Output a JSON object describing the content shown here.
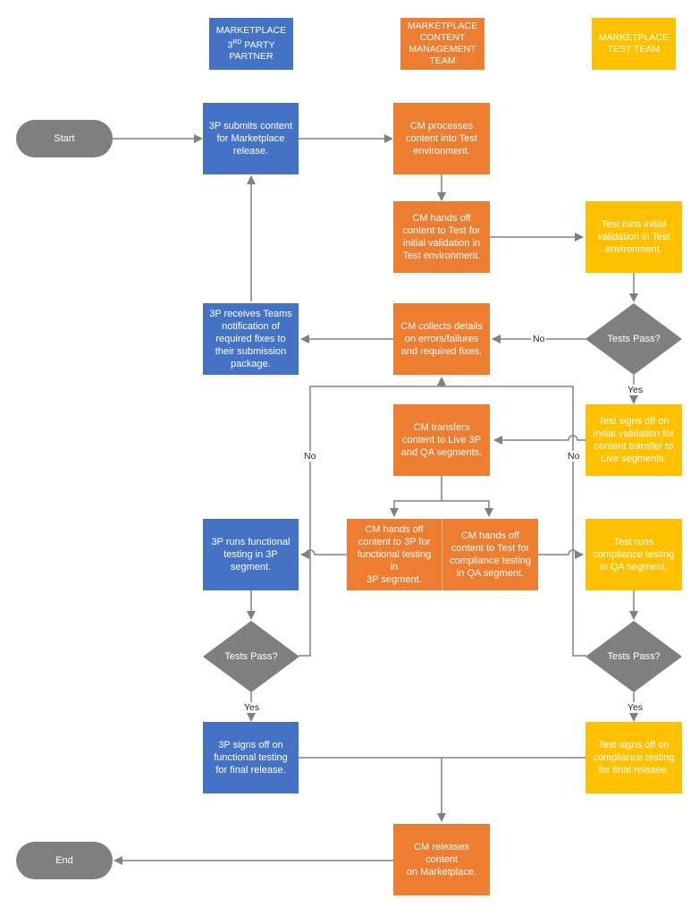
{
  "lanes": {
    "partner": {
      "line1": "MARKETPLACE",
      "line2_num": "3",
      "line2_sup": "RD",
      "line2_rest": " PARTY",
      "line3": "PARTNER"
    },
    "cm": "MARKETPLACE\nCONTENT\nMANAGEMENT\nTEAM",
    "test": "MARKETPLACE\nTEST TEAM"
  },
  "terminals": {
    "start": "Start",
    "end": "End"
  },
  "steps": {
    "submit": "3P submits content\nfor Marketplace\nrelease.",
    "process": "CM processes\ncontent into Test\nenvironment.",
    "handoff_test": "CM hands off\ncontent to Test for\ninitial validation in\nTest environment.",
    "test_initial": "Test runs initial\nvalidation in Test\nenvironment.",
    "collect": "CM collects details\non errors/failures\nand required fixes.",
    "receive": "3P receives Teams\nnotification of\nrequired fixes to\ntheir submission\npackage.",
    "transfer": "CM transfers\ncontent to Live 3P\nand QA segments.",
    "test_signoff_initial": "Test signs off on\ninitial validation for\ncontent transfer to\nLive segments.",
    "handoff_3p": "CM hands off\ncontent to 3P for\nfunctional testing in\n3P segment.",
    "handoff_compliance": "CM hands off\ncontent to Test for\ncompliance testing\nin QA segment.",
    "p3_functional": "3P runs functional\ntesting in 3P\nsegment.",
    "test_compliance": "Test runs\ncompliance testing\nin QA segment.",
    "p3_signoff": "3P signs off on\nfunctional testing\nfor final release.",
    "test_signoff_final": "Test signs off on\ncompliance testing\nfor final release.",
    "release": "CM releases content\non Marketplace."
  },
  "decisions": {
    "test_pass_1": "Tests Pass?",
    "p3_pass": "Tests Pass?",
    "test_pass_2": "Tests Pass?"
  },
  "labels": {
    "no_1": "No",
    "yes_1": "Yes",
    "no_left": "No",
    "no_right": "No",
    "yes_left": "Yes",
    "yes_right": "Yes"
  },
  "colors": {
    "partner": "#4472c4",
    "cm": "#ed7d31",
    "test": "#ffc000",
    "terminal": "#7f7f7f",
    "connector": "#808080"
  }
}
